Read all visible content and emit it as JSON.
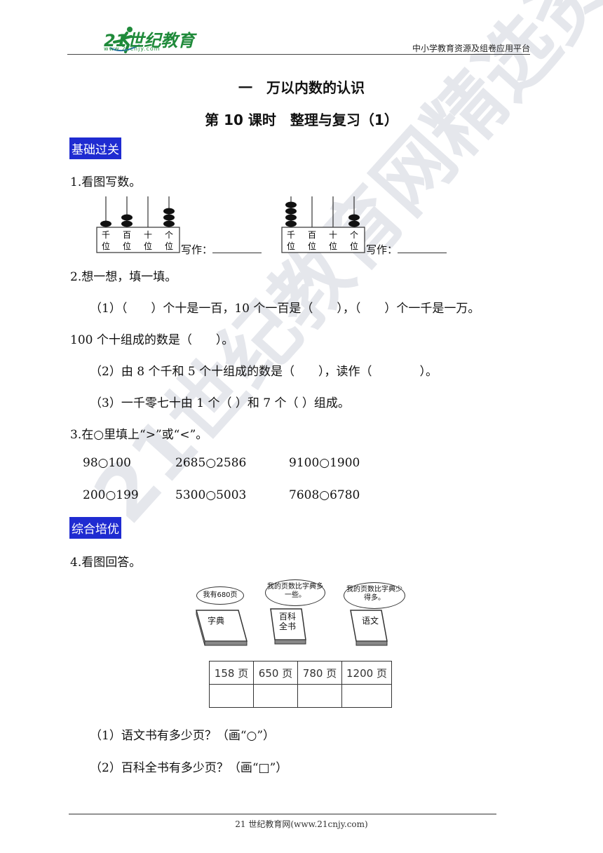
{
  "header": {
    "logo_text": "21世纪教育",
    "logo_url": "www.21cnjy.com",
    "right_text": "中小学教育资源及组卷应用平台"
  },
  "titles": {
    "chapter": "一　万以内数的认识",
    "lesson": "第 10 课时　整理与复习（1）"
  },
  "section1": {
    "tag": "基础过关"
  },
  "q1": {
    "prompt": "1.看图写数。",
    "labels": [
      "千",
      "百",
      "十",
      "个"
    ],
    "label_bottom": "位",
    "write_label": "写作：",
    "abacus_left_beads": [
      1,
      2,
      0,
      3
    ],
    "abacus_right_beads": [
      4,
      0,
      0,
      2
    ]
  },
  "q2": {
    "prompt": "2.想一想，填一填。",
    "l1": "（1）（　　）个十是一百，10 个一百是（　　），（　　）个一千是一万。",
    "l2": "100 个十组成的数是（　　）。",
    "l3": "（2）由 8 个千和 5 个十组成的数是（　　），读作（　　　　）。",
    "l4": "（3）一千零七十由 1 个（ ）和 7 个（ ）组成。"
  },
  "q3": {
    "prompt": "3.在○里填上“>”或“<”。",
    "row1": [
      "98○100",
      "2685○2586",
      "9100○1900"
    ],
    "row2": [
      "200○199",
      "5300○5003",
      "7608○6780"
    ]
  },
  "section2": {
    "tag": "综合培优"
  },
  "q4": {
    "prompt": "4.看图回答。",
    "bubbles": [
      "我有680页",
      "我的页数比字典多一些。",
      "我的页数比字典少得多。"
    ],
    "books": [
      "字典",
      "百科全书",
      "语文"
    ],
    "table_options": [
      "158 页",
      "650 页",
      "780 页",
      "1200 页"
    ],
    "sub1": "（1）语文书有多少页？（画“○”）",
    "sub2": "（2）百科全书有多少页？（画“□”）"
  },
  "footer": {
    "text": "21 世纪教育网(www.21cnjy.com)"
  },
  "watermark": {
    "text": "21世纪教育网精选资料"
  }
}
